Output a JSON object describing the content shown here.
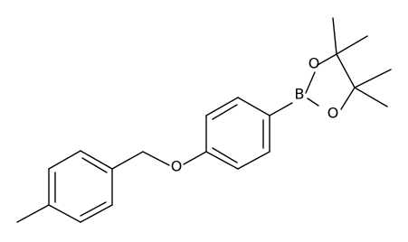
{
  "molecule": {
    "atoms": {
      "boron": "B",
      "oxygen_top": "O",
      "oxygen_bottom": "O",
      "oxygen_ether": "O"
    },
    "colors": {
      "bond": "#000000",
      "label": "#000000",
      "background": "#ffffff"
    }
  }
}
